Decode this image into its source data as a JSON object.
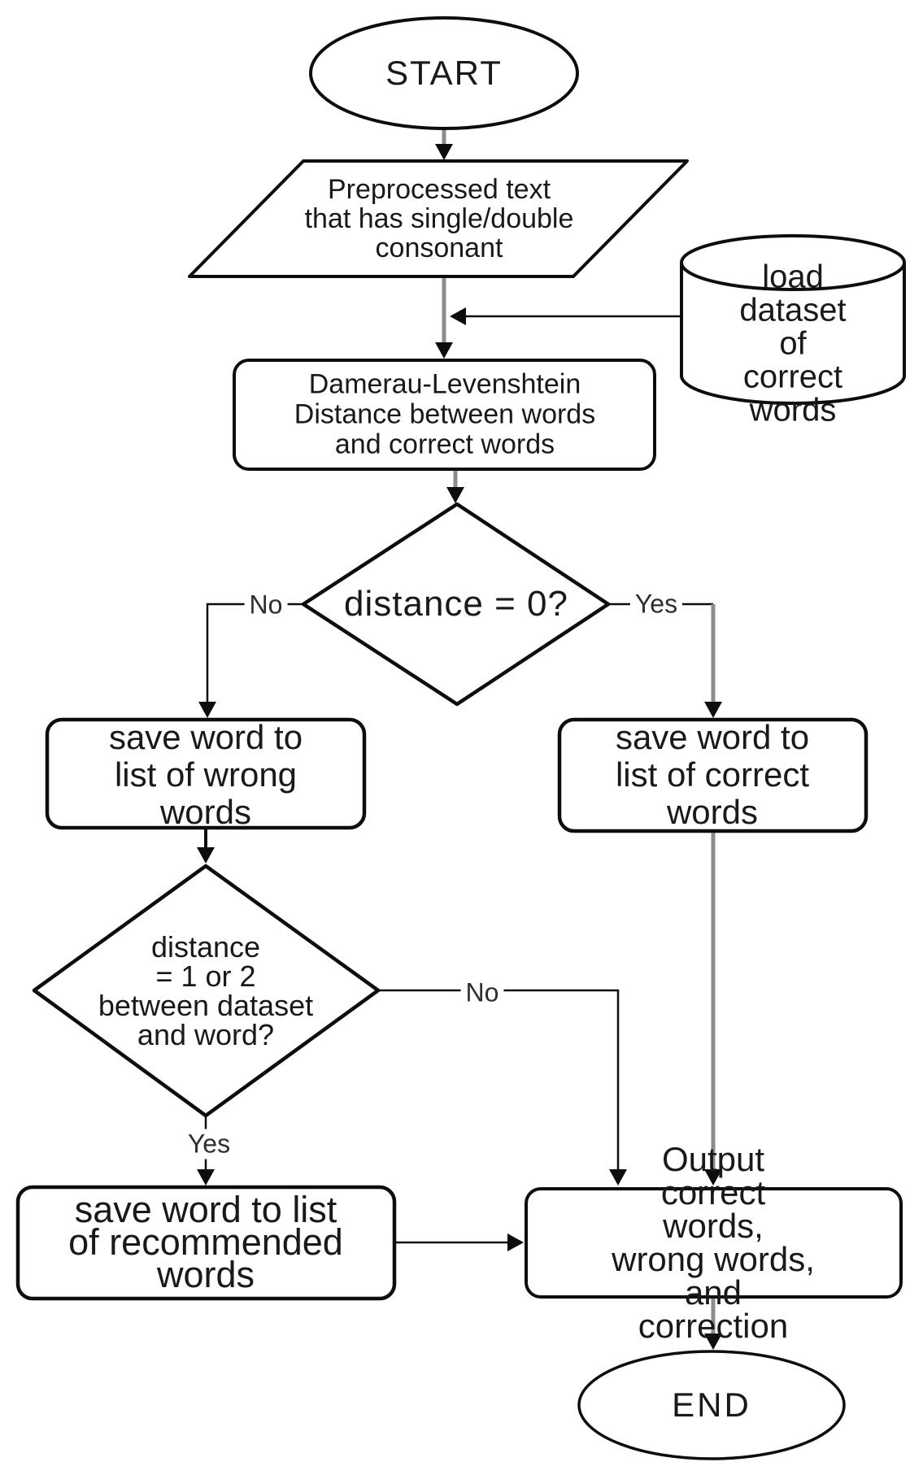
{
  "diagram": {
    "title_hint": "spell-correction flowchart",
    "colors": {
      "background": "#ffffff",
      "shape_fill": "#ffffff",
      "shape_stroke": "#0d0d0d",
      "connector_black": "#0d0d0d",
      "connector_gray": "#8c8c8c",
      "text": "#191919"
    },
    "nodes": {
      "start": {
        "shape": "ellipse",
        "label": "START"
      },
      "preprocess": {
        "shape": "parallelogram",
        "label": "Preprocessed text\nthat has single/double\nconsonant"
      },
      "dataset": {
        "shape": "cylinder",
        "label": "load dataset\nof correct\nwords"
      },
      "dld": {
        "shape": "rounded-rect",
        "label": "Damerau-Levenshtein\nDistance between words\nand correct words"
      },
      "decision_distance_zero": {
        "shape": "diamond",
        "label": "distance = 0?"
      },
      "wrong_words": {
        "shape": "rounded-rect",
        "label": "save word to\nlist of wrong\nwords"
      },
      "correct_words": {
        "shape": "rounded-rect",
        "label": "save word to\nlist of correct\nwords"
      },
      "decision_distance_one_or_two": {
        "shape": "diamond",
        "label": "distance\n= 1 or 2\nbetween dataset\nand word?"
      },
      "recommended_words": {
        "shape": "rounded-rect",
        "label": "save word to list\nof recommended\nwords"
      },
      "output": {
        "shape": "rounded-rect",
        "label": "Output correct words,\nwrong words, and\ncorrection"
      },
      "end": {
        "shape": "ellipse",
        "label": "END"
      }
    },
    "edge_labels": {
      "decision1_no": "No",
      "decision1_yes": "Yes",
      "decision2_no": "No",
      "decision2_yes": "Yes"
    }
  }
}
